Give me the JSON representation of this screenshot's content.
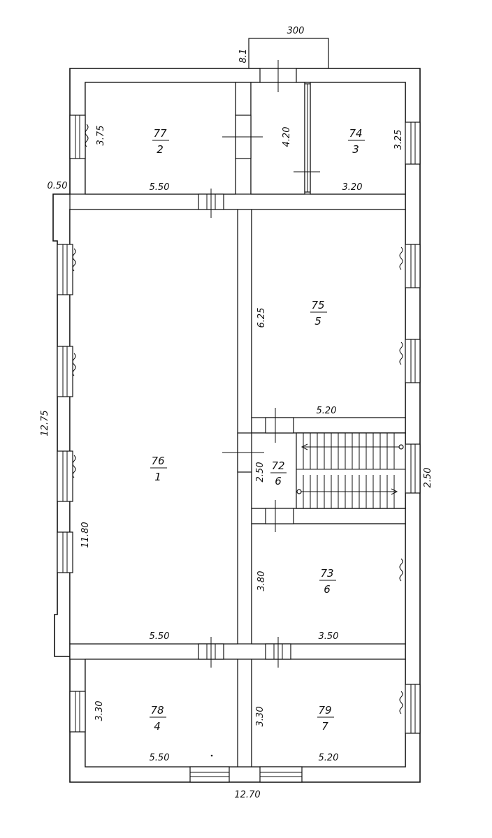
{
  "rooms": [
    {
      "area": "77",
      "number": "2"
    },
    {
      "area": "74",
      "number": "3"
    },
    {
      "area": "75",
      "number": "5"
    },
    {
      "area": "76",
      "number": "1"
    },
    {
      "area": "72",
      "number": "6"
    },
    {
      "area": "73",
      "number": "6"
    },
    {
      "area": "78",
      "number": "4"
    },
    {
      "area": "79",
      "number": "7"
    }
  ],
  "dimensions": {
    "porch_width": "300",
    "porch_depth": "8.1",
    "r2_height": "3.75",
    "r2_width": "5.50",
    "r3_corridor_height": "4.20",
    "r3_height": "3.25",
    "r3_width": "3.20",
    "wall_offset": "0.50",
    "r5_height": "6.25",
    "r5_width": "5.20",
    "overall_left": "12.75",
    "stair_height": "2.50",
    "stair_right": "2.50",
    "r1_height": "11.80",
    "r1_width": "5.50",
    "r6_height": "3.80",
    "r6_width": "3.50",
    "r4_height": "3.30",
    "r4_width": "5.50",
    "r7_height": "3.30",
    "r7_width": "5.20",
    "overall_bottom": "12.70"
  }
}
